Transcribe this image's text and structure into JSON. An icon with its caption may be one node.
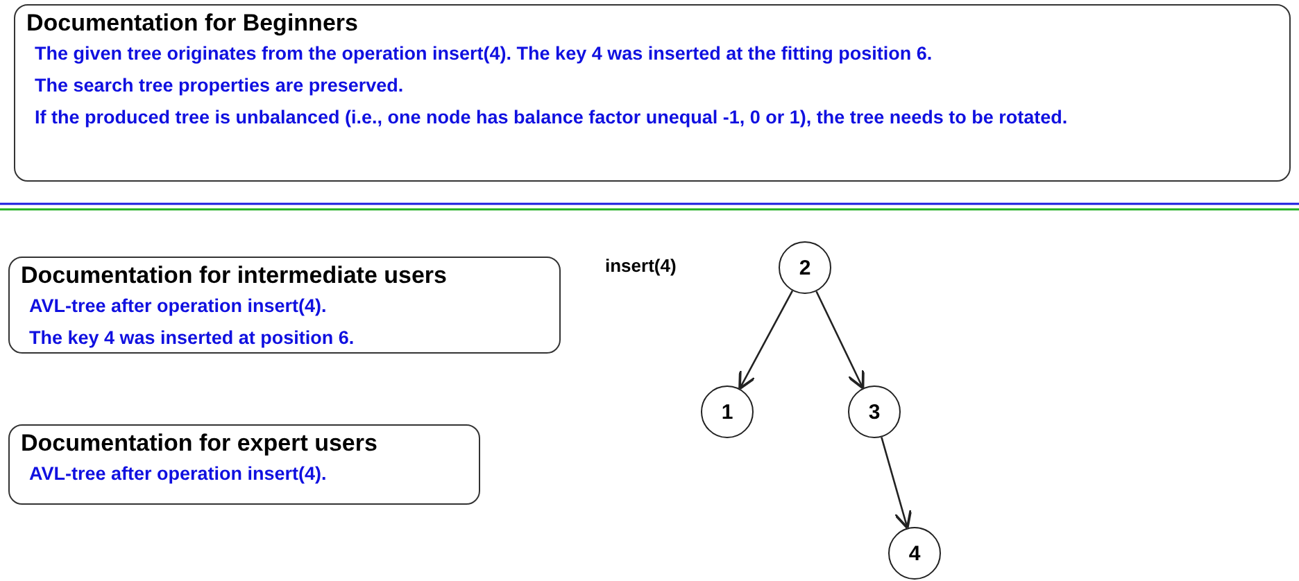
{
  "diagram": {
    "nodes": [
      {
        "text": [
          "Documentation for Beginners",
          "The given tree originates from the operation insert(4). The key 4 was inserted at the fitting position 6.",
          "The search tree properties are preserved.",
          "If the produced tree is unbalanced (i.e., one node has balance factor unequal -1, 0 or 1), the tree needs to be rotated."
        ]
      },
      {
        "text": [
          "Documentation for intermediate users",
          "AVL-tree after operation insert(4).",
          "The key 4 was inserted at position 6."
        ]
      },
      {
        "text": [
          "Documentation for expert users",
          "AVL-tree after operation insert(4)."
        ]
      },
      {
        "text": [
          "2"
        ]
      },
      {
        "text": [
          "1"
        ]
      },
      {
        "text": [
          "3"
        ]
      },
      {
        "text": [
          "4"
        ]
      }
    ],
    "edges": [
      {
        "from": 3,
        "to": 4,
        "arrow": "to"
      },
      {
        "from": 3,
        "to": 5,
        "arrow": "to"
      },
      {
        "from": 5,
        "to": 6,
        "arrow": "to"
      }
    ],
    "labels": [
      "insert(4)"
    ]
  }
}
